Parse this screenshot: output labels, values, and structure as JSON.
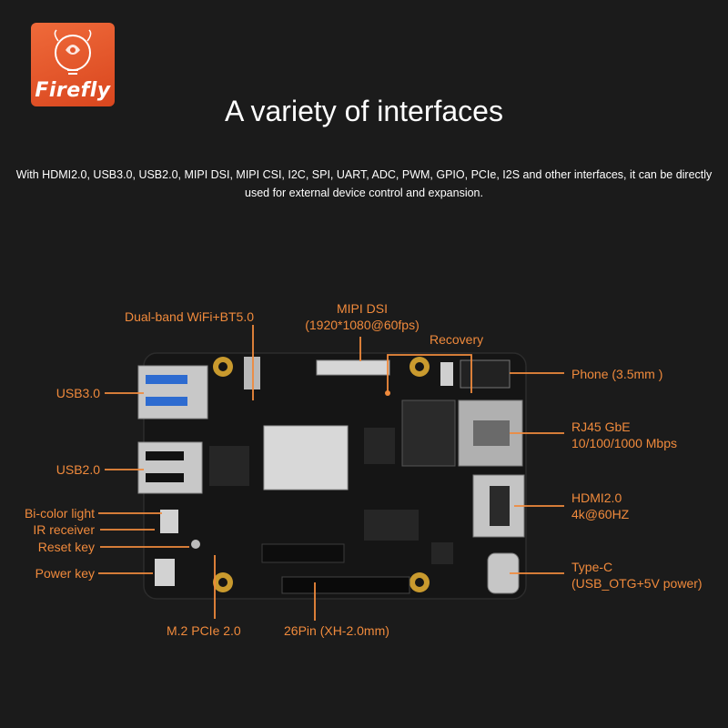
{
  "brand": {
    "logo_text": "Firefly",
    "accent_color": "#f08a3c",
    "logo_color": "#e3542a",
    "logo_icon": "firefly-lightbulb-icon"
  },
  "heading": {
    "title": "A variety of interfaces",
    "description_line1": "With HDMI2.0, USB3.0, USB2.0, MIPI DSI, MIPI CSI, I2C, SPI, UART, ADC, PWM, GPIO, PCIe, I2S and other interfaces, it can be directly",
    "description_line2": "used for external device control and expansion."
  },
  "labels": {
    "wifi": "Dual-band WiFi+BT5.0",
    "mipi_dsi_line1": "MIPI DSI",
    "mipi_dsi_line2": "(1920*1080@60fps)",
    "recovery": "Recovery",
    "phone": "Phone (3.5mm )",
    "rj45_line1": "RJ45 GbE",
    "rj45_line2": "10/100/1000 Mbps",
    "hdmi_line1": "HDMI2.0",
    "hdmi_line2": "4k@60HZ",
    "typec_line1": "Type-C",
    "typec_line2": "(USB_OTG+5V power)",
    "usb3": "USB3.0",
    "usb2": "USB2.0",
    "bicolor": "Bi-color light",
    "ir": "IR receiver",
    "reset": "Reset key",
    "power": "Power key",
    "m2": "M.2 PCIe 2.0",
    "pin26": "26Pin (XH-2.0mm)"
  }
}
